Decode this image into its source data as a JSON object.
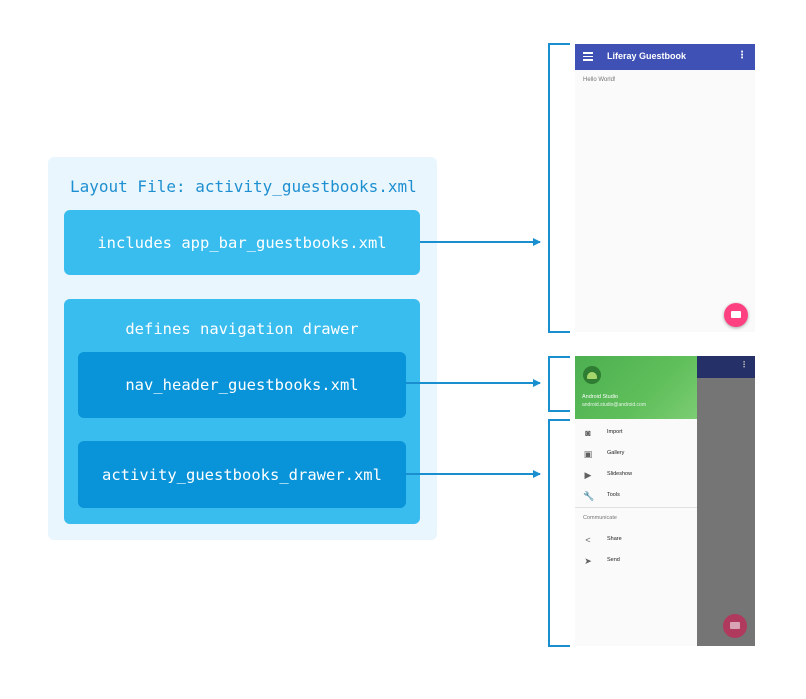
{
  "diagram": {
    "layout_title": "Layout File: activity_guestbooks.xml",
    "app_bar_include": "includes app_bar_guestbooks.xml",
    "drawer_definition": "defines navigation drawer",
    "nav_header": "nav_header_guestbooks.xml",
    "drawer_menu": "activity_guestbooks_drawer.xml",
    "colors": {
      "panel": "#eaf6fd",
      "outer_box": "#39bcee",
      "inner_box": "#0993d8",
      "connector": "#1a8fd0"
    }
  },
  "app_screen": {
    "title": "Liferay Guestbook",
    "body_text": "Hello World!",
    "menu_icon": "hamburger-icon",
    "overflow_icon": "overflow-icon",
    "fab_icon": "mail-icon",
    "colors": {
      "app_bar": "#3f51b5",
      "fab": "#ff4081"
    }
  },
  "drawer_screen": {
    "header": {
      "name": "Android Studio",
      "email": "android.studio@android.com",
      "avatar_icon": "android-icon"
    },
    "items": [
      {
        "label": "Import",
        "icon": "camera-icon"
      },
      {
        "label": "Gallery",
        "icon": "gallery-icon"
      },
      {
        "label": "Slideshow",
        "icon": "slideshow-icon"
      },
      {
        "label": "Tools",
        "icon": "wrench-icon"
      }
    ],
    "section_label": "Communicate",
    "section_items": [
      {
        "label": "Share",
        "icon": "share-icon"
      },
      {
        "label": "Send",
        "icon": "send-icon"
      }
    ],
    "colors": {
      "header": "#4caf50"
    }
  }
}
